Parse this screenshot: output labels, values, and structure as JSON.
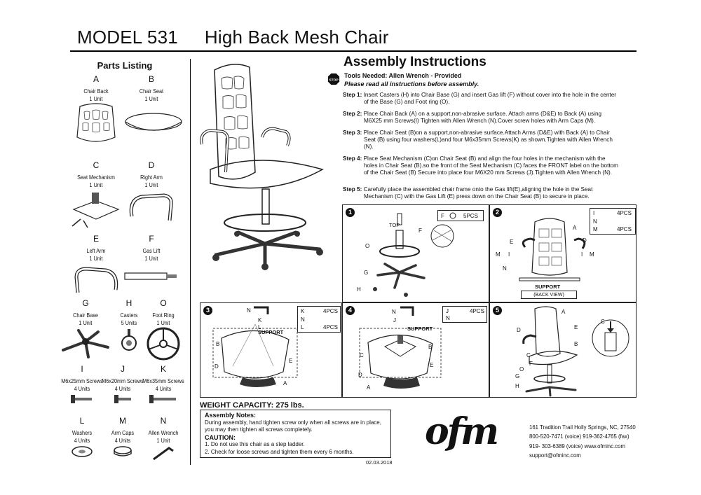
{
  "header": {
    "model": "MODEL 531",
    "product": "High Back Mesh Chair"
  },
  "parts": {
    "title": "Parts Listing",
    "items": [
      {
        "letter": "A",
        "name": "Chair Back",
        "qty": "1 Unit",
        "icon": "chair-back-icon"
      },
      {
        "letter": "B",
        "name": "Chair Seat",
        "qty": "1 Unit",
        "icon": "chair-seat-icon"
      },
      {
        "letter": "C",
        "name": "Seat Mechanism",
        "qty": "1 Unit",
        "icon": "seat-mechanism-icon"
      },
      {
        "letter": "D",
        "name": "Right Arm",
        "qty": "1 Unit",
        "icon": "right-arm-icon"
      },
      {
        "letter": "E",
        "name": "Left Arm",
        "qty": "1 Unit",
        "icon": "left-arm-icon"
      },
      {
        "letter": "F",
        "name": "Gas Lift",
        "qty": "1 Unit",
        "icon": "gas-lift-icon"
      },
      {
        "letter": "G",
        "name": "Chair Base",
        "qty": "1 Unit",
        "icon": "chair-base-icon"
      },
      {
        "letter": "H",
        "name": "Casters",
        "qty": "5 Units",
        "icon": "caster-icon"
      },
      {
        "letter": "O",
        "name": "Foot Ring",
        "qty": "1 Unit",
        "icon": "foot-ring-icon"
      },
      {
        "letter": "I",
        "name": "M6x25mm Screws",
        "qty": "4 Units",
        "icon": "screw-icon"
      },
      {
        "letter": "J",
        "name": "M6x20mm Screws",
        "qty": "4 Units",
        "icon": "screw-icon"
      },
      {
        "letter": "K",
        "name": "M6x35mm Screws",
        "qty": "4 Units",
        "icon": "screw-icon"
      },
      {
        "letter": "L",
        "name": "Washers",
        "qty": "4 Units",
        "icon": "washer-icon"
      },
      {
        "letter": "M",
        "name": "Arm Caps",
        "qty": "4 Units",
        "icon": "arm-cap-icon"
      },
      {
        "letter": "N",
        "name": "Allen Wrench",
        "qty": "1 Unit",
        "icon": "allen-wrench-icon"
      }
    ]
  },
  "assembly": {
    "title": "Assembly Instructions",
    "stop_label": "STOP",
    "tools": "Tools Needed: Allen Wrench - Provided",
    "read_first": "Please read all instructions before assembly.",
    "steps": [
      {
        "label": "Step 1:",
        "text": "Insert Casters (H) into Chair Base (G) and insert Gas lift (F) without cover into the hole in the center of the Base (G) and Foot ring (O)."
      },
      {
        "label": "Step 2:",
        "text": "Place Chair Back (A) on a support,non-abrasive surface. Attach arms (D&E) to Back (A) using M6X25 mm Screws(I) Tighten with Allen Wrench (N).Cover screw holes with Arm Caps (M)."
      },
      {
        "label": "Step 3:",
        "text": "Place Chair Seat (B)on a support,non-abrasive surface.Attach Arms (D&E) with Back (A) to Chair Seat (B) using four washers(L)and four M6x35mm Screws(K) as shown.Tighten with Allen Wrench (N)."
      },
      {
        "label": "Step 4:",
        "text": "Place Seat Mechanism (C)on Chair Seat (B) and align the four holes in the mechanism with the holes in Chair Seat (B).so the front of the Seat Mechanism (C) faces the FRONT label on the bottom of the Chair Seat (B) Secure into place four M6X20 mm Screws (J).Tighten with Allen Wrench (N)."
      },
      {
        "label": "Step 5:",
        "text": "Carefully place the assembled chair frame onto the Gas lift(E),aligning the hole in the Seat Mechanism (C) with the Gas Lift (E) press down on the Chair Seat (B) to secure in place."
      }
    ]
  },
  "diagrams": {
    "d1": {
      "num": "1",
      "kit_part": "F",
      "kit_qty": "5PCS",
      "labels": [
        "TOP",
        "F",
        "O",
        "G",
        "H"
      ]
    },
    "d2": {
      "num": "2",
      "kit_rows": [
        {
          "part": "I",
          "qty": "4PCS"
        },
        {
          "part": "N",
          "qty": ""
        },
        {
          "part": "M",
          "qty": "4PCS"
        }
      ],
      "labels": [
        "A",
        "E",
        "D",
        "M",
        "I",
        "N",
        "I",
        "M"
      ],
      "support": "SUPPORT",
      "view": "(BACK VIEW)"
    },
    "d3": {
      "num": "3",
      "kit_rows": [
        {
          "part": "K",
          "qty": "4PCS"
        },
        {
          "part": "N",
          "qty": ""
        },
        {
          "part": "L",
          "qty": "4PCS"
        }
      ],
      "labels": [
        "N",
        "K",
        "L",
        "B",
        "D",
        "E",
        "A"
      ],
      "support": "SUPPORT"
    },
    "d4": {
      "num": "4",
      "kit_rows": [
        {
          "part": "J",
          "qty": "4PCS"
        },
        {
          "part": "N",
          "qty": ""
        }
      ],
      "labels": [
        "N",
        "J",
        "C",
        "B",
        "D",
        "E",
        "A"
      ],
      "support": "SUPPORT"
    },
    "d5": {
      "num": "5",
      "labels": [
        "A",
        "D",
        "E",
        "C",
        "B",
        "C",
        "F",
        "O",
        "G",
        "H"
      ]
    }
  },
  "footer": {
    "weight": "WEIGHT CAPACITY: 275 lbs.",
    "notes_title": "Assembly Notes:",
    "notes_text": "During assembly, hand tighten screw only when all screws are in place, you may then tighten all screws completely.",
    "caution_title": "CAUTION:",
    "caution_1": "1. Do not use this chair as a step ladder.",
    "caution_2": "2. Check for loose screws and tighten them every 6 months.",
    "date": "02.03.2018",
    "logo": "ofm",
    "address": "161 Tradition Trail  Holly Springs, NC, 27540",
    "phone_fax": "800-520-7471 (voice)    919-362-4765 (fax)",
    "phone_web": "919- 303-6389 (voice)    www.ofminc.com",
    "email": "support@ofminc.com"
  }
}
